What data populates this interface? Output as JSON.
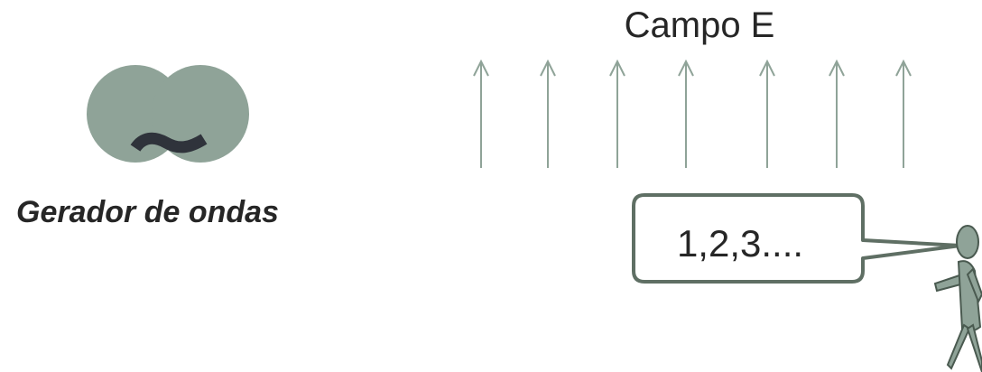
{
  "field": {
    "title": "Campo E",
    "arrow_count": 7
  },
  "generator": {
    "label": "Gerador de ondas",
    "symbol": "~"
  },
  "observer": {
    "speech": "1,2,3...."
  },
  "colors": {
    "field_arrow": "#8fa398",
    "generator_body": "#8fa398",
    "figure_fill": "#8fa398",
    "outline": "#5f6f64",
    "text": "#262626",
    "tilde": "#2f333b"
  }
}
